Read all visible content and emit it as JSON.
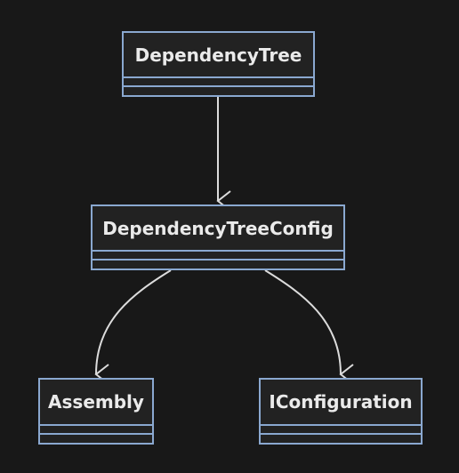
{
  "diagram": {
    "classes": [
      {
        "id": "dependencytree",
        "name": "DependencyTree"
      },
      {
        "id": "dependencytreeconfig",
        "name": "DependencyTreeConfig"
      },
      {
        "id": "assembly",
        "name": "Assembly"
      },
      {
        "id": "iconfiguration",
        "name": "IConfiguration"
      }
    ],
    "relations": [
      {
        "from": "DependencyTree",
        "to": "DependencyTreeConfig"
      },
      {
        "from": "DependencyTreeConfig",
        "to": "Assembly"
      },
      {
        "from": "DependencyTreeConfig",
        "to": "IConfiguration"
      }
    ]
  },
  "colors": {
    "background": "#181818",
    "box_border": "#8aa8d0",
    "box_fill": "#222222",
    "text": "#eaeaea",
    "edge": "#dcdcdc"
  }
}
